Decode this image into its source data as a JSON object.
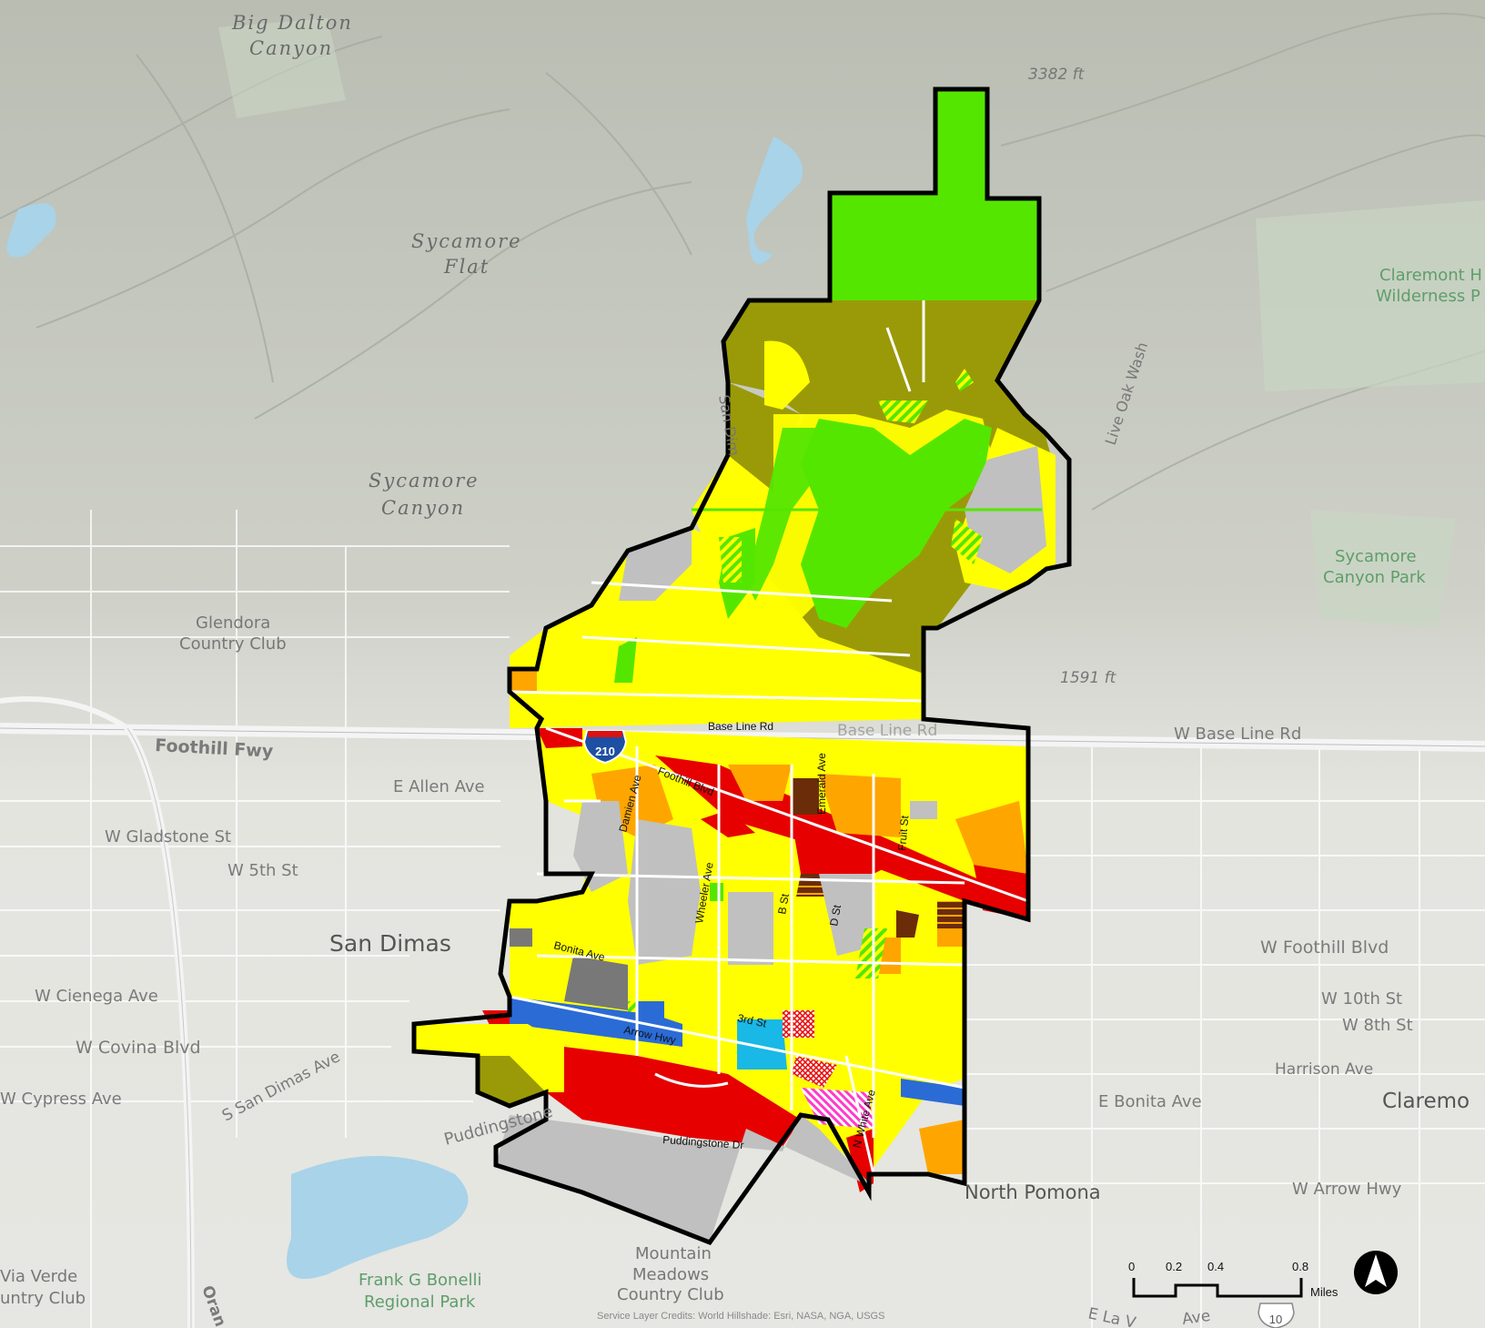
{
  "map": {
    "colors": {
      "open_space": "#55e600",
      "hillside": "#9a9a08",
      "residential_low": "#ffff00",
      "residential_med": "#ffa500",
      "residential_high": "#6b2c0a",
      "commercial": "#e60000",
      "industrial": "#787878",
      "public": "#c0c0c0",
      "civic": "#2b6bd6",
      "institutional": "#19b8e6",
      "mixed_use": "#ff3cc8",
      "water": "#a9d3e8",
      "boundary": "#000000"
    },
    "labels": {
      "big_dalton_1": "Big Dalton",
      "big_dalton_2": "Canyon",
      "sycamore_flat_1": "Sycamore",
      "sycamore_flat_2": "Flat",
      "sycamore_canyon_1": "Sycamore",
      "sycamore_canyon_2": "Canyon",
      "elev_3382": "3382 ft",
      "elev_1591": "1591 ft",
      "claremont_hills_1": "Claremont H",
      "claremont_hills_2": "Wilderness P",
      "sycamore_park_1": "Sycamore",
      "sycamore_park_2": "Canyon Park",
      "live_oak_wash": "Live Oak Wash",
      "san_dimas_wash": "San Dim",
      "glendora_cc_1": "Glendora",
      "glendora_cc_2": "Country Club",
      "foothill_fwy": "Foothill Fwy",
      "e_allen": "E Allen Ave",
      "w_gladstone": "W Gladstone St",
      "w_5th": "W 5th St",
      "san_dimas": "San Dimas",
      "w_cienega": "W Cienega Ave",
      "w_covina": "W Covina Blvd",
      "w_cypress": "W Cypress Ave",
      "s_san_dimas": "S San Dimas Ave",
      "puddingstone": "Puddingstone",
      "via_verde_1": "Via Verde",
      "via_verde_2": "untry Club",
      "bonelli_1": "Frank G Bonelli",
      "bonelli_2": "Regional Park",
      "mountain_meadows_1": "Mountain",
      "mountain_meadows_2": "Meadows",
      "mountain_meadows_3": "Country Club",
      "orange": "Oran",
      "w_base_line": "W Base Line Rd",
      "w_foothill": "W Foothill Blvd",
      "w_10th": "W 10th St",
      "w_8th": "W 8th St",
      "harrison": "Harrison Ave",
      "e_bonita": "E Bonita Ave",
      "claremont": "Claremo",
      "north_pomona": "North Pomona",
      "w_arrow": "W Arrow Hwy",
      "e_la_verne": "E La V",
      "ave_frag": "Ave",
      "base_line_rd": "Base Line Rd",
      "base_line_ghost": "Base Line Rd",
      "i210": "210",
      "foothill_blvd": "Foothill Blvd",
      "damien": "Damien Ave",
      "emerald": "Emerald Ave",
      "fruit": "Fruit St",
      "wheeler": "Wheeler Ave",
      "b_st": "B St",
      "d_st": "D St",
      "bonita_ave": "Bonita Ave",
      "third_st": "3rd St",
      "arrow_hwy": "Arrow Hwy",
      "n_white": "N White Ave",
      "puddingstone_dr": "Puddingstone Dr",
      "i10": "10",
      "credits": "Service Layer Credits: World Hillshade: Esri, NASA, NGA, USGS"
    },
    "scale_bar": {
      "ticks": [
        "0",
        "0.2",
        "0.4",
        "0.8"
      ],
      "unit": "Miles"
    },
    "north_arrow": "north-arrow-icon"
  }
}
